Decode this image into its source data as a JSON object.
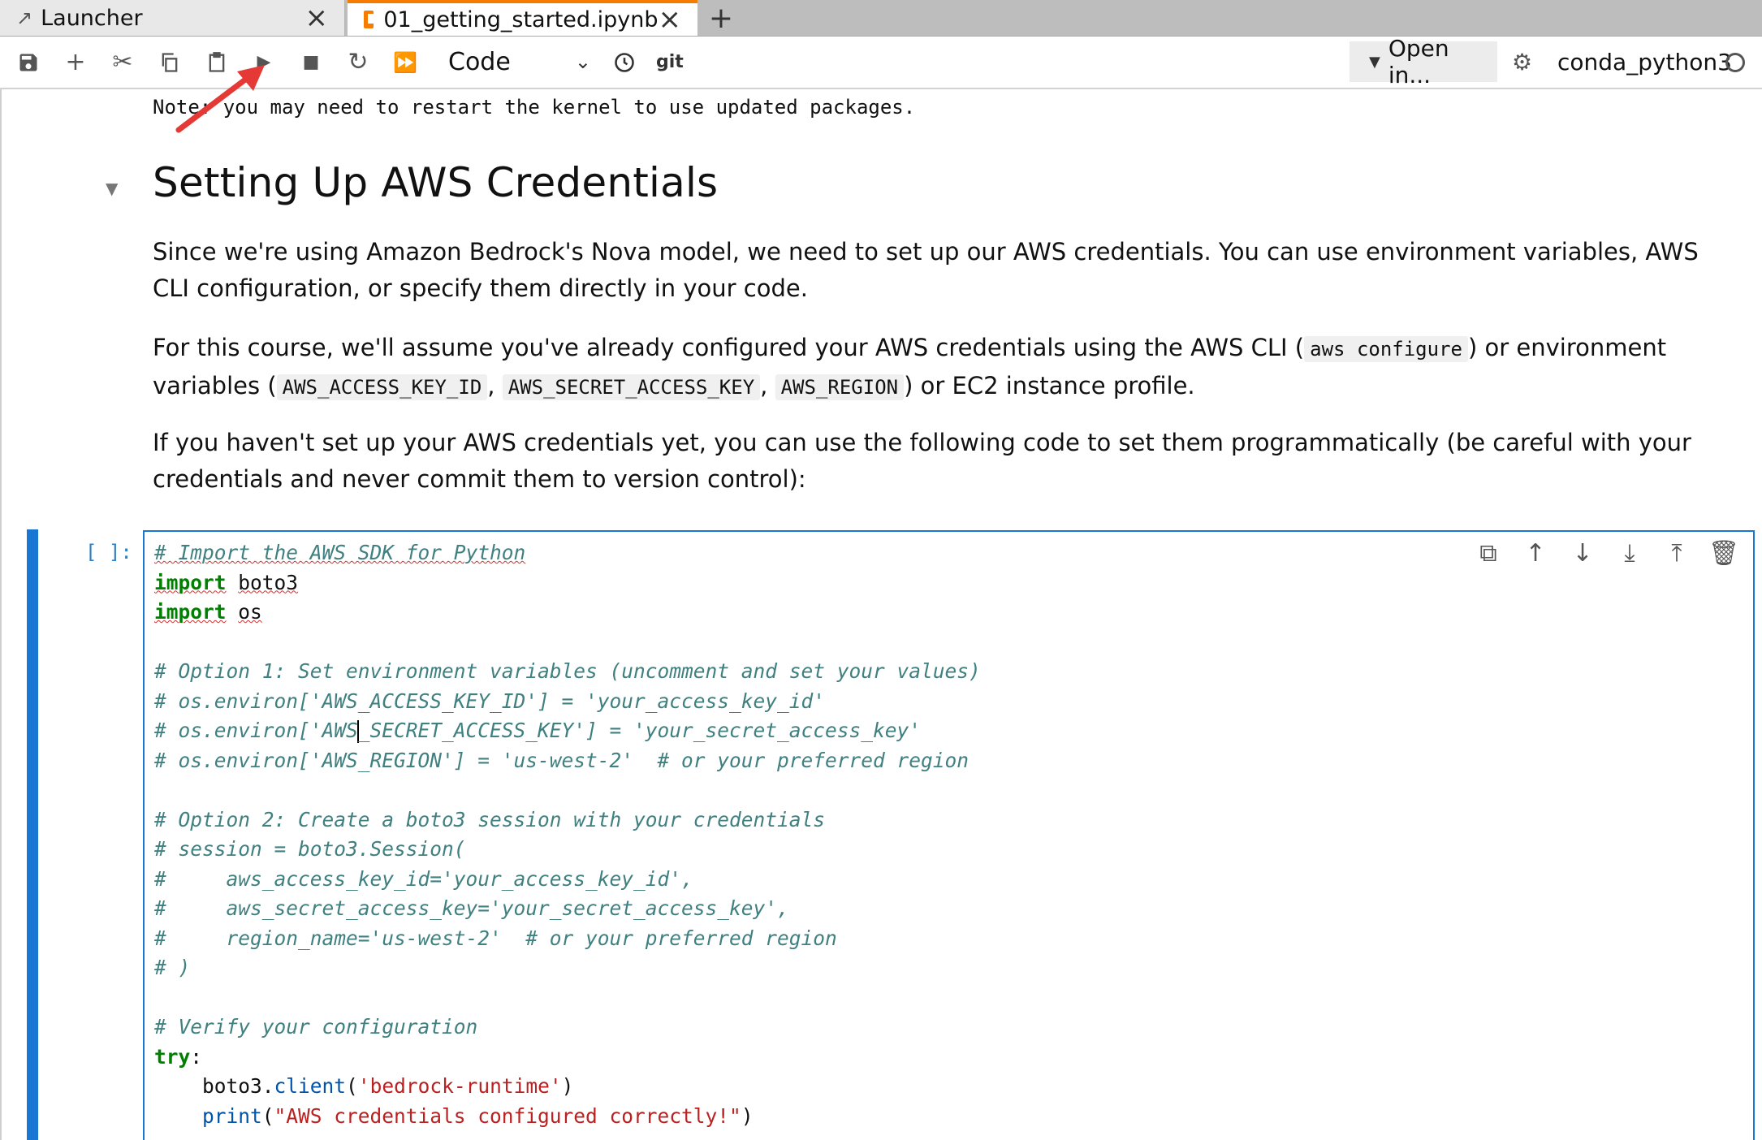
{
  "tabs": [
    {
      "label": "Launcher",
      "icon": "external-link-icon",
      "active": false
    },
    {
      "label": "01_getting_started.ipynb",
      "icon": "notebook-icon",
      "active": true
    }
  ],
  "toolbar": {
    "cell_type": "Code",
    "git_label": "git",
    "open_in_label": "Open in...",
    "kernel_name": "conda_python3",
    "icons": [
      "save-icon",
      "add-cell-icon",
      "cut-icon",
      "copy-icon",
      "paste-icon",
      "run-icon",
      "stop-icon",
      "restart-icon",
      "run-all-icon",
      "history-icon",
      "git-icon",
      "bug-icon",
      "kernel-status-icon"
    ]
  },
  "output": {
    "stream_text": "Note: you may need to restart the kernel to use updated packages."
  },
  "markdown": {
    "heading": "Setting Up AWS Credentials",
    "p1": "Since we're using Amazon Bedrock's Nova model, we need to set up our AWS credentials. You can use environment variables, AWS CLI configuration, or specify them directly in your code.",
    "p2_before": "For this course, we'll assume you've already configured your AWS credentials using the AWS CLI (",
    "p2_code1": "aws configure",
    "p2_mid1": ") or environment variables (",
    "p2_code2": "AWS_ACCESS_KEY_ID",
    "p2_sep1": ", ",
    "p2_code3": "AWS_SECRET_ACCESS_KEY",
    "p2_sep2": ", ",
    "p2_code4": "AWS_REGION",
    "p2_after": ") or EC2 instance profile.",
    "p3": "If you haven't set up your AWS credentials yet, you can use the following code to set them programmatically (be careful with your credentials and never commit them to version control):"
  },
  "cell": {
    "prompt": "[ ]:",
    "tools": [
      "duplicate-cell-icon",
      "move-up-icon",
      "move-down-icon",
      "insert-above-icon",
      "insert-below-icon",
      "delete-cell-icon"
    ],
    "lines": {
      "l1": "# Import the AWS SDK for Python",
      "l2_kw": "import",
      "l2_mod": "boto3",
      "l3_kw": "import",
      "l3_mod": "os",
      "l5": "# Option 1: Set environment variables (uncomment and set your values)",
      "l6": "# os.environ['AWS_ACCESS_KEY_ID'] = 'your_access_key_id'",
      "l7a": "# os.environ['AWS",
      "l7b": "_SECRET_ACCESS_KEY'] = 'your_secret_access_key'",
      "l8": "# os.environ['AWS_REGION'] = 'us-west-2'  # or your preferred region",
      "l10": "# Option 2: Create a boto3 session with your credentials",
      "l11": "# session = boto3.Session(",
      "l12": "#     aws_access_key_id='your_access_key_id',",
      "l13": "#     aws_secret_access_key='your_secret_access_key',",
      "l14": "#     region_name='us-west-2'  # or your preferred region",
      "l15": "# )",
      "l17": "# Verify your configuration",
      "l18_kw": "try",
      "l19_obj": "boto3.",
      "l19_fn": "client",
      "l19_str": "'bedrock-runtime'",
      "l20_fn": "print",
      "l20_str": "\"AWS credentials configured correctly!\""
    }
  },
  "colors": {
    "accent": "#1976d2",
    "tab_active": "#f57c00",
    "annotation_arrow": "#e53935"
  }
}
